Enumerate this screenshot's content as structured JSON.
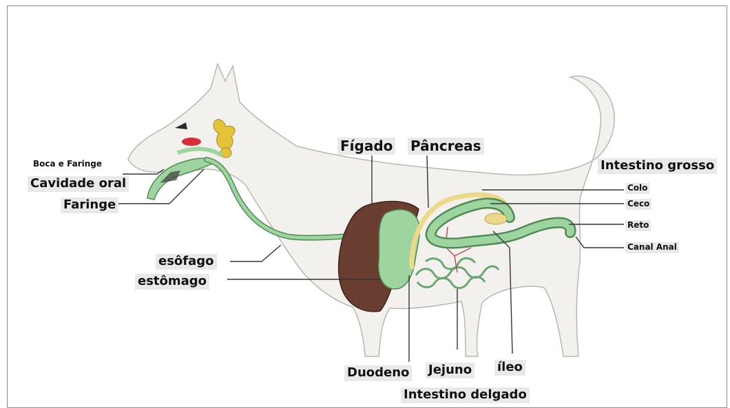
{
  "colors": {
    "body": "#f3f1ee",
    "body_outline": "#b9b6b2",
    "digestive_tract": "#9ed4a0",
    "tract_outline": "#4f8a55",
    "liver": "#6a3d31",
    "pancreas": "#ecd98a",
    "salivary_gland": "#e4c23a",
    "mouth_red": "#d62c3b",
    "leader_line": "#333333",
    "label_bg": "#e9e9e9"
  },
  "labels": {
    "boca_e_faringe": "Boca e Faringe",
    "cavidade_oral": "Cavidade oral",
    "faringe": "Faringe",
    "esofago": "esôfago",
    "estomago": "estômago",
    "figado": "Fígado",
    "pancreas": "Pâncreas",
    "intestino_grosso": "Intestino grosso",
    "colo": "Colo",
    "ceco": "Ceco",
    "reto": "Reto",
    "canal_anal": "Canal Anal",
    "duodeno": "Duodeno",
    "jejuno": "Jejuno",
    "ileo": "íleo",
    "intestino_delgado": "Intestino delgado"
  }
}
